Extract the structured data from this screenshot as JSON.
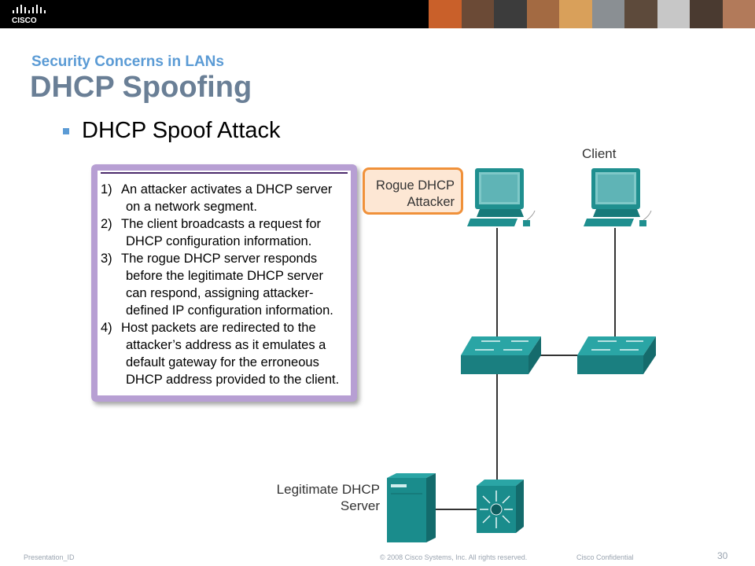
{
  "slide": {
    "subtitle": "Security Concerns in LANs",
    "title": "DHCP Spoofing",
    "bullet": "DHCP Spoof Attack"
  },
  "header": {
    "logo_text": "CISCO",
    "logo_icon": "cisco-logo-icon"
  },
  "steps": [
    {
      "num": "1)",
      "text": "An attacker activates a DHCP server on a network segment."
    },
    {
      "num": "2)",
      "text": "The client broadcasts a request for DHCP configuration information."
    },
    {
      "num": "3)",
      "text": "The rogue DHCP server responds before the legitimate DHCP server can respond, assigning attacker-defined IP configuration information."
    },
    {
      "num": "4)",
      "text": "Host packets are redirected to the attacker’s address as it emulates a default gateway for the erroneous DHCP address provided to the client."
    }
  ],
  "diagram": {
    "rogue_label_line1": "Rogue DHCP",
    "rogue_label_line2": "Attacker",
    "client_label": "Client",
    "server_label_line1": "Legitimate DHCP",
    "server_label_line2": "Server",
    "device_color": "#1f8f8f",
    "icons": [
      "pc-icon",
      "pc-icon",
      "switch-icon",
      "switch-icon",
      "server-icon",
      "multilayer-switch-icon"
    ]
  },
  "footer": {
    "presentation_id": "Presentation_ID",
    "copyright": "© 2008 Cisco Systems, Inc. All rights reserved.",
    "confidential": "Cisco Confidential",
    "page_number": "30"
  },
  "colors": {
    "title": "#6a7f96",
    "subtitle": "#5b9bd5",
    "steps_border": "#b79fd3",
    "rogue_border": "#f0913a",
    "rogue_fill": "#fde7d4"
  }
}
